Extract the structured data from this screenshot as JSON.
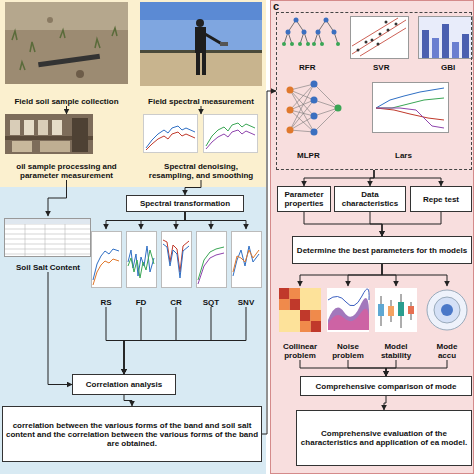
{
  "diagram": {
    "nodes": [
      {
        "text": [
          "Field soil sample collection"
        ]
      },
      {
        "text": [
          "Field spectral measurement"
        ]
      },
      {
        "text": [
          "oil sample processing and parameter measurement"
        ]
      },
      {
        "text": [
          "Spectral denoising, resampling, and smoothing"
        ]
      },
      {
        "text": [
          "Spectral transformation"
        ]
      },
      {
        "text": [
          "Soil Salt Content"
        ]
      },
      {
        "text": [
          "RS"
        ]
      },
      {
        "text": [
          "FD"
        ]
      },
      {
        "text": [
          "CR"
        ]
      },
      {
        "text": [
          "SQT"
        ]
      },
      {
        "text": [
          "SNV"
        ]
      },
      {
        "text": [
          "Correlation analysis"
        ]
      },
      {
        "text": [
          "correlation between the various forms of the band and soil salt content and the correlation between the various forms of the band are obtained."
        ]
      },
      {
        "text": [
          "RFR",
          "SVR",
          "GBI",
          "MLPR",
          "Lars"
        ]
      },
      {
        "text": [
          "Parameter properties"
        ]
      },
      {
        "text": [
          "Data characteristics"
        ]
      },
      {
        "text": [
          "Repe test"
        ]
      },
      {
        "text": [
          "Determine the best parameters for th models"
        ]
      },
      {
        "text": [
          "Collinear problem"
        ]
      },
      {
        "text": [
          "Noise problem"
        ]
      },
      {
        "text": [
          "Model stability"
        ]
      },
      {
        "text": [
          "Mode accu"
        ]
      },
      {
        "text": [
          "Comprehensive comparison of mode"
        ]
      },
      {
        "text": [
          "Comprehensive evaluation of the characteristics and application of ea model."
        ]
      }
    ],
    "edges": [
      {
        "from": 0,
        "to": 2,
        "arrow": "to"
      },
      {
        "from": 1,
        "to": 3,
        "arrow": "to"
      },
      {
        "from": 3,
        "to": 4,
        "arrow": "to"
      },
      {
        "from": 2,
        "to": 5,
        "arrow": "to"
      },
      {
        "from": 4,
        "to": 6,
        "arrow": "to"
      },
      {
        "from": 4,
        "to": 7,
        "arrow": "to"
      },
      {
        "from": 4,
        "to": 8,
        "arrow": "to"
      },
      {
        "from": 4,
        "to": 9,
        "arrow": "to"
      },
      {
        "from": 4,
        "to": 10,
        "arrow": "to"
      },
      {
        "from": 6,
        "to": 11,
        "arrow": "to"
      },
      {
        "from": 7,
        "to": 11,
        "arrow": "to"
      },
      {
        "from": 8,
        "to": 11,
        "arrow": "to"
      },
      {
        "from": 9,
        "to": 11,
        "arrow": "to"
      },
      {
        "from": 10,
        "to": 11,
        "arrow": "to"
      },
      {
        "from": 5,
        "to": 11,
        "arrow": "to"
      },
      {
        "from": 11,
        "to": 12,
        "arrow": "to"
      },
      {
        "from": 12,
        "to": 13,
        "arrow": "to"
      },
      {
        "from": 13,
        "to": 14,
        "arrow": "to"
      },
      {
        "from": 13,
        "to": 15,
        "arrow": "to"
      },
      {
        "from": 13,
        "to": 16,
        "arrow": "to"
      },
      {
        "from": 14,
        "to": 17,
        "arrow": "to"
      },
      {
        "from": 15,
        "to": 17,
        "arrow": "to"
      },
      {
        "from": 16,
        "to": 17,
        "arrow": "to"
      },
      {
        "from": 17,
        "to": 18,
        "arrow": "to"
      },
      {
        "from": 17,
        "to": 19,
        "arrow": "to"
      },
      {
        "from": 17,
        "to": 20,
        "arrow": "to"
      },
      {
        "from": 17,
        "to": 21,
        "arrow": "to"
      },
      {
        "from": 18,
        "to": 22,
        "arrow": "to"
      },
      {
        "from": 19,
        "to": 22,
        "arrow": "to"
      },
      {
        "from": 20,
        "to": 22,
        "arrow": "to"
      },
      {
        "from": 21,
        "to": 22,
        "arrow": "to"
      },
      {
        "from": 22,
        "to": 23,
        "arrow": "to"
      }
    ],
    "labels": [
      "c"
    ]
  }
}
